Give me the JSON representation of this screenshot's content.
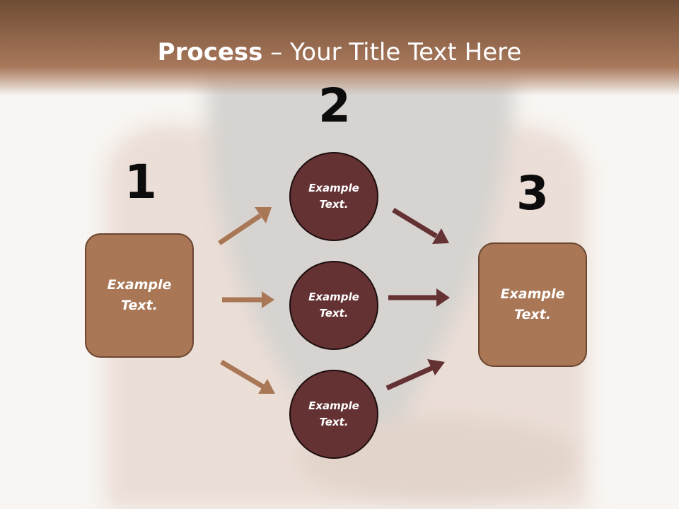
{
  "title": {
    "bold": "Process",
    "separator": " – ",
    "rest": "Your Title Text Here"
  },
  "steps": [
    {
      "number": "1",
      "line1": "Example",
      "line2": "Text."
    },
    {
      "number": "2",
      "circles": [
        {
          "line1": "Example",
          "line2": "Text."
        },
        {
          "line1": "Example",
          "line2": "Text."
        },
        {
          "line1": "Example",
          "line2": "Text."
        }
      ]
    },
    {
      "number": "3",
      "line1": "Example",
      "line2": "Text."
    }
  ],
  "colors": {
    "header": "#8c6248",
    "box_fill": "#a97756",
    "circle_fill": "#653234",
    "arrow_light": "#a97756",
    "arrow_dark": "#653234"
  }
}
